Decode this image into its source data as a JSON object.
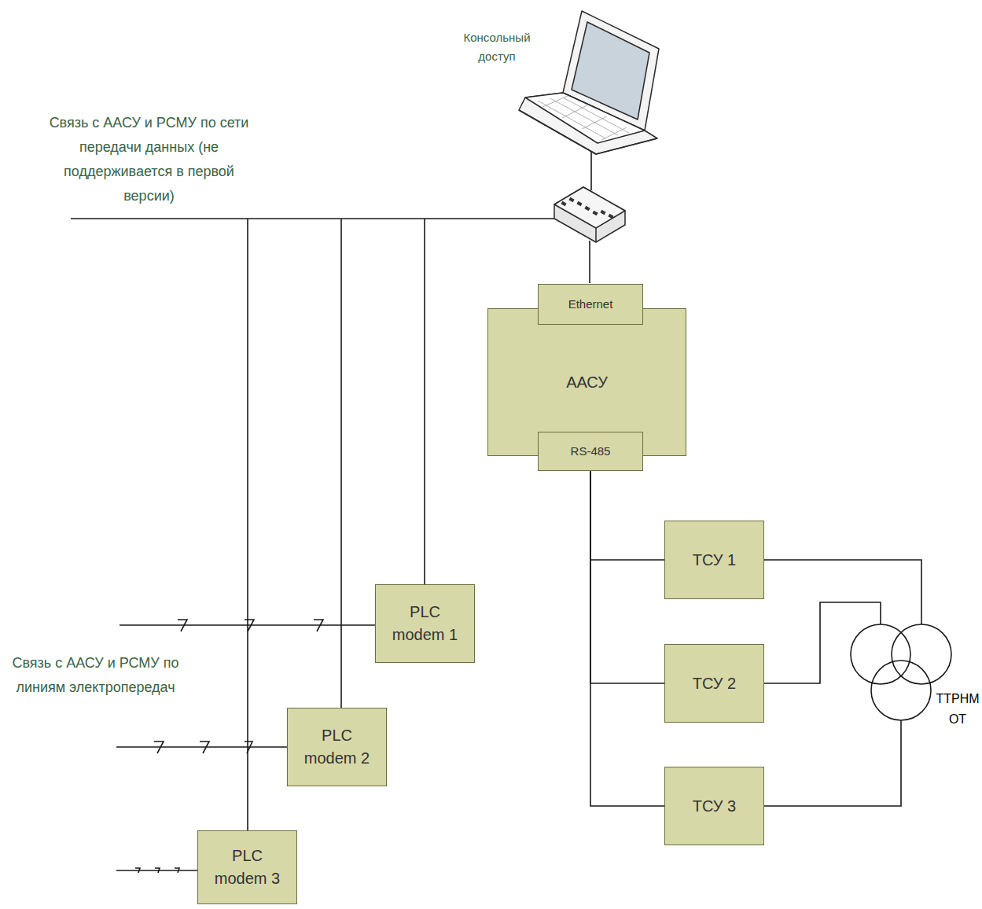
{
  "diagram": {
    "nodes": [
      {
        "text": [
          "ААСУ"
        ]
      },
      {
        "text": [
          "Ethernet"
        ],
        "in": 0
      },
      {
        "text": [
          "RS-485"
        ],
        "in": 0
      },
      {
        "text": [
          "ТСУ 1"
        ]
      },
      {
        "text": [
          "ТСУ 2"
        ]
      },
      {
        "text": [
          "ТСУ 3"
        ]
      },
      {
        "text": [
          "PLC modem 1"
        ]
      },
      {
        "text": [
          "PLC modem 2"
        ]
      },
      {
        "text": [
          "PLC modem 3"
        ]
      },
      {
        "text": [
          "ТТРНМ ОТ"
        ]
      }
    ],
    "edges": [
      {
        "from": 2,
        "to": 3,
        "arrow": "none"
      },
      {
        "from": 2,
        "to": 4,
        "arrow": "none"
      },
      {
        "from": 2,
        "to": 5,
        "arrow": "none"
      },
      {
        "from": 3,
        "to": 9,
        "arrow": "none"
      },
      {
        "from": 4,
        "to": 9,
        "arrow": "none"
      },
      {
        "from": 5,
        "to": 9,
        "arrow": "none"
      }
    ],
    "labels": [
      "Связь с ААСУ и РСМУ по сети передачи данных (не поддерживается в первой версии)",
      "Консольный доступ",
      "Связь с ААСУ и РСМУ по линиям электропередач"
    ]
  }
}
